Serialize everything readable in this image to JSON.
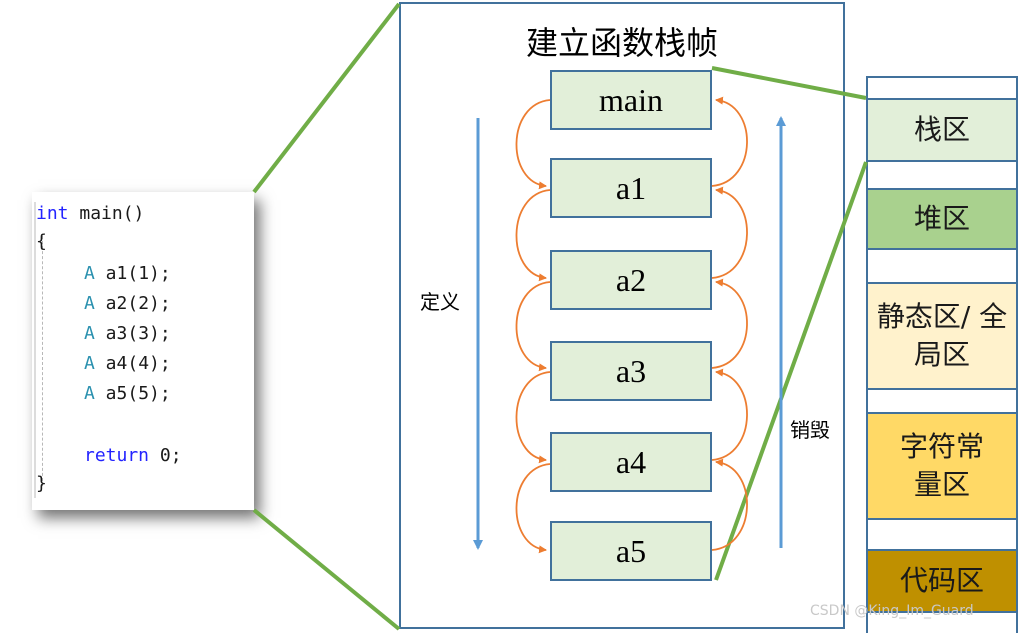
{
  "code": {
    "lines": [
      {
        "kw": "int",
        "rest": " main()"
      },
      {
        "kw": "",
        "rest": "{"
      },
      {
        "ty": "A",
        "rest": " a1(1);"
      },
      {
        "ty": "A",
        "rest": " a2(2);"
      },
      {
        "ty": "A",
        "rest": " a3(3);"
      },
      {
        "ty": "A",
        "rest": " a4(4);"
      },
      {
        "ty": "A",
        "rest": " a5(5);"
      },
      {
        "kw": "return",
        "rest": " 0;"
      },
      {
        "kw": "",
        "rest": "}"
      }
    ]
  },
  "frame": {
    "title": "建立函数栈帧",
    "boxes": [
      "main",
      "a1",
      "a2",
      "a3",
      "a4",
      "a5"
    ],
    "define_label": "定义",
    "destroy_label": "销毁"
  },
  "memory": {
    "regions": [
      {
        "label": "栈区",
        "color": "#e2efd9"
      },
      {
        "label": "堆区",
        "color": "#a9d18e"
      },
      {
        "label": "静态区/ 全局区",
        "color": "#fff2cc"
      },
      {
        "label": "字符常 量区",
        "color": "#ffd966"
      },
      {
        "label": "代码区",
        "color": "#bf9000"
      }
    ]
  },
  "colors": {
    "connector": "#70ad47",
    "arrow_orange": "#ed7d31",
    "arrow_blue": "#5b9bd5",
    "border_blue": "#41719c"
  },
  "watermark": "CSDN @King_Im_Guard"
}
